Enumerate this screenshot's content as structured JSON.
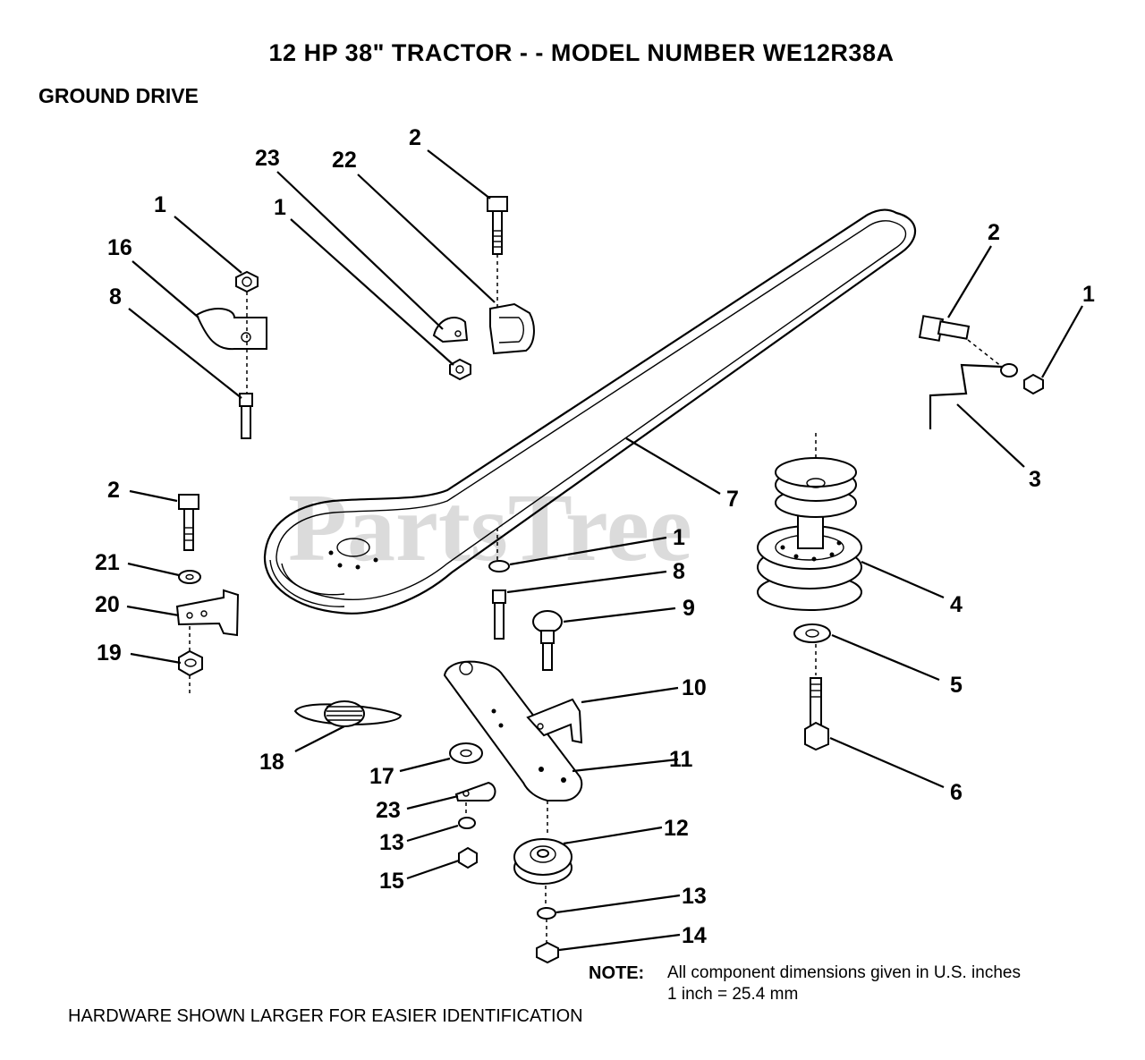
{
  "title": "12 HP 38\" TRACTOR - - MODEL NUMBER WE12R38A",
  "section": "GROUND DRIVE",
  "watermark": "PartsTree",
  "note": {
    "label": "NOTE:",
    "line1": "All component dimensions given in U.S. inches",
    "line2": "1 inch = 25.4 mm"
  },
  "footer": "HARDWARE SHOWN LARGER FOR EASIER IDENTIFICATION",
  "callouts": [
    "1",
    "16",
    "8",
    "23",
    "1",
    "22",
    "2",
    "2",
    "1",
    "3",
    "7",
    "2",
    "21",
    "20",
    "19",
    "1",
    "8",
    "9",
    "4",
    "5",
    "6",
    "10",
    "18",
    "11",
    "17",
    "23",
    "13",
    "15",
    "12",
    "13",
    "14"
  ]
}
